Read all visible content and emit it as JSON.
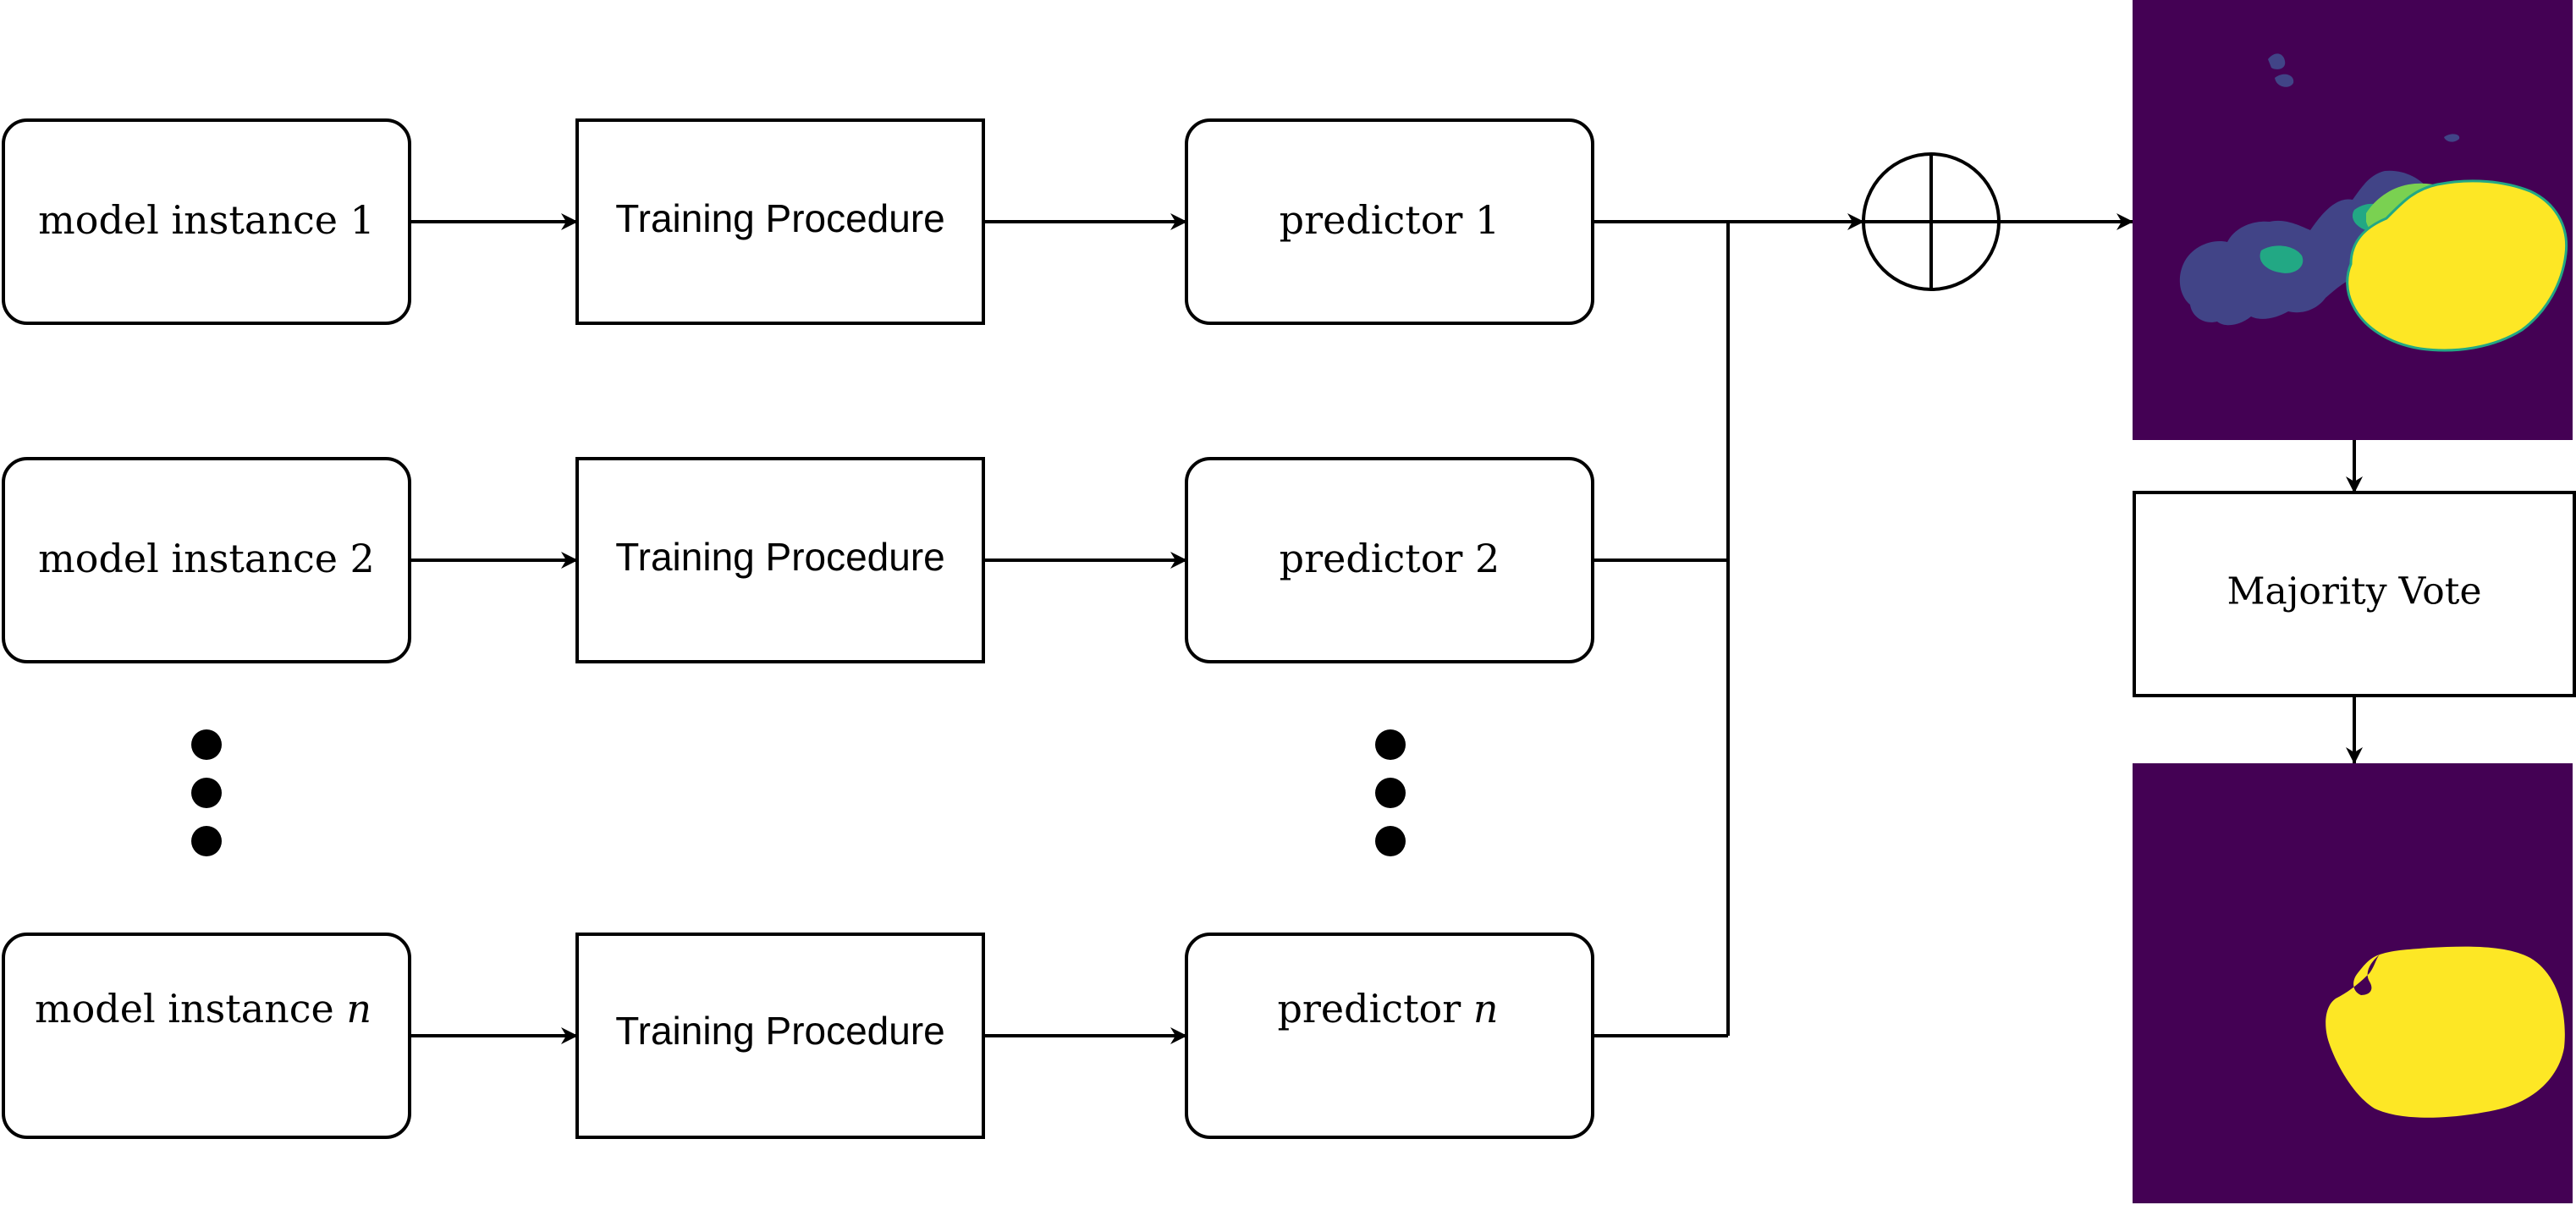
{
  "models": {
    "m1": "model instance 1",
    "m2": "model instance 2",
    "mn_prefix": "model instance ",
    "mn_var": "n"
  },
  "training": {
    "t1": "Training Procedure",
    "t2": "Training Procedure",
    "tn": "Training Procedure"
  },
  "predictors": {
    "p1": "predictor 1",
    "p2": "predictor 2",
    "pn_prefix": "predictor ",
    "pn_var": "n"
  },
  "aggregation": {
    "vote_label": "Majority Vote"
  },
  "colors": {
    "background": "#440154",
    "yellow": "#fde725",
    "green": "#7ad151",
    "teal": "#22a884",
    "blue": "#414487",
    "stroke": "#000000"
  },
  "icons": {
    "combine": "circled-plus-icon",
    "ellipsis": "vertical-ellipsis-icon"
  }
}
